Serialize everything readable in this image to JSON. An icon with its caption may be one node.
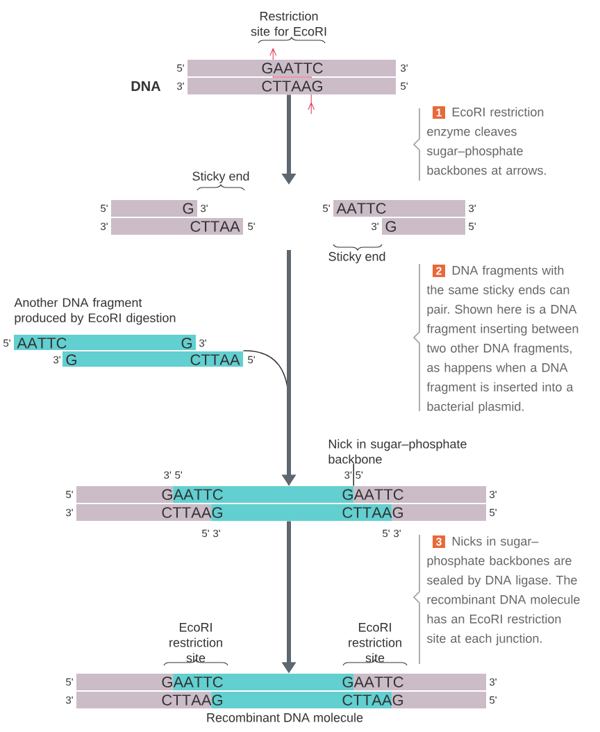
{
  "diagram": {
    "nodes": [
      {
        "text": [
          "GAATTC",
          "CTTAAG"
        ],
        "beside": [
          "DNA",
          "5'",
          "3'",
          "3'",
          "5'"
        ]
      },
      {
        "text": [
          "G",
          "3'",
          "CTTAA"
        ],
        "beside": [
          "5'",
          "3'",
          "5'"
        ]
      },
      {
        "text": [
          "AATTC",
          "3'",
          "G"
        ],
        "beside": [
          "5'",
          "3'",
          "5'"
        ]
      },
      {
        "text": [
          "AATTC",
          "G",
          "3'",
          "3'",
          "G",
          "CTTAA"
        ],
        "beside": [
          "Another DNA fragment produced by EcoRI digestion",
          "5'",
          "5'"
        ]
      },
      {
        "text": [
          "GAATTC",
          "GAATTC",
          "CTTAAG",
          "CTTAAG"
        ],
        "beside": [
          "3'",
          "5'",
          "3'",
          "5'",
          "5'",
          "3'",
          "3'",
          "5'",
          "5'",
          "3'",
          "5'",
          "3'"
        ]
      },
      {
        "text": [
          "GAATTC",
          "GAATTC",
          "CTTAAG",
          "CTTAAG"
        ],
        "beside": [
          "5'",
          "3'",
          "3'",
          "5'",
          "EcoRI restriction site",
          "EcoRI restriction site",
          "Recombinant DNA molecule"
        ]
      },
      {
        "text": [
          "Nick in sugar–phosphate backbone"
        ]
      }
    ],
    "edges": [
      {
        "from": 0,
        "to": null,
        "arrow": "to"
      },
      {
        "from": null,
        "to": 4,
        "arrow": "to"
      },
      {
        "from": 3,
        "to": 4,
        "arrow": "to",
        "color": "#333333"
      },
      {
        "from": 4,
        "to": 5,
        "arrow": "to"
      },
      {
        "from": 6,
        "to": 4,
        "arrow": "none",
        "color": "#333333"
      }
    ],
    "labels": [
      "Restriction site for EcoRI",
      "1",
      "EcoRI restriction enzyme cleaves sugar–phosphate backbones at arrows.",
      "Sticky end",
      "Sticky end",
      "2",
      "DNA fragments with the same sticky ends can pair. Shown here is a DNA fragment inserting between two other DNA fragments, as happens when a DNA fragment is inserted into a bacterial plasmid.",
      "3",
      "Nicks in sugar–phosphate backbones are sealed by DNA ligase. The recombinant DNA molecule has an EcoRI restriction site at each junction."
    ]
  }
}
